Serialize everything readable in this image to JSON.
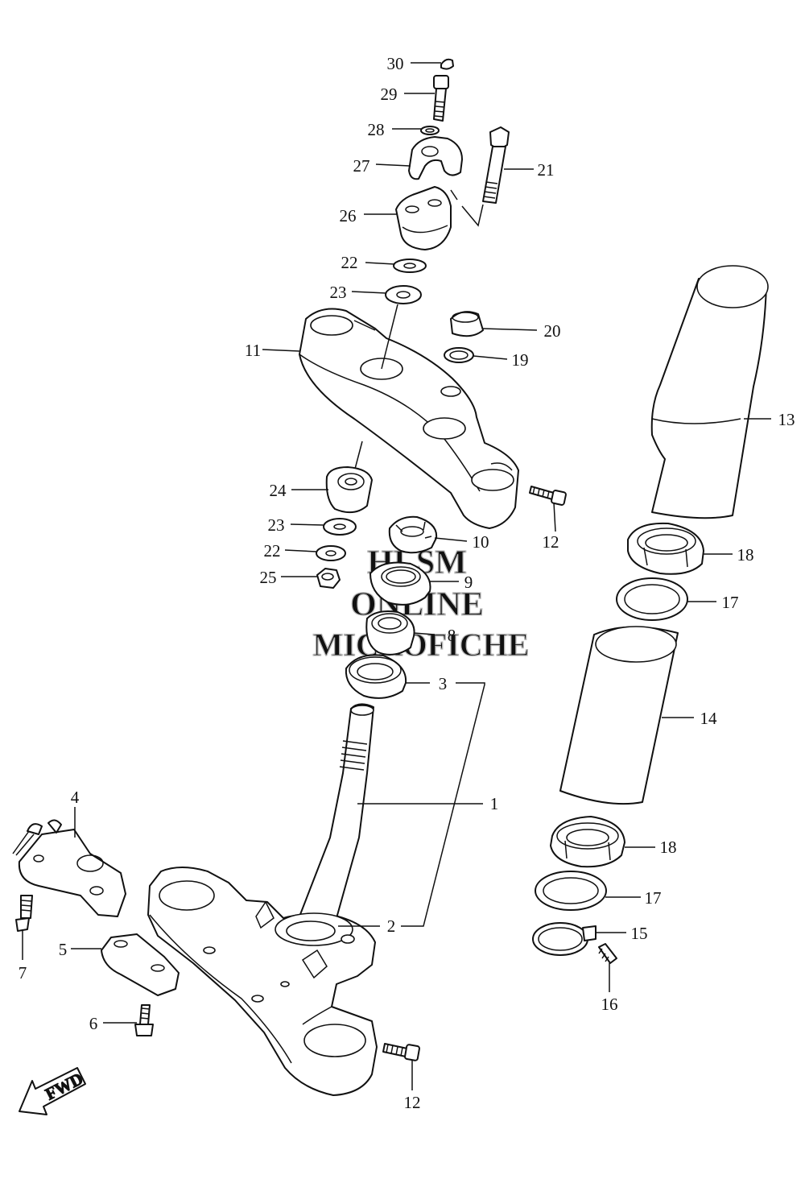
{
  "diagram": {
    "fwd_label": "FWD",
    "watermark": [
      "HLSM",
      "ONLINE",
      "MICROFICHE"
    ],
    "callouts": [
      {
        "id": "30",
        "label": "30"
      },
      {
        "id": "29",
        "label": "29"
      },
      {
        "id": "28",
        "label": "28"
      },
      {
        "id": "27",
        "label": "27"
      },
      {
        "id": "21",
        "label": "21"
      },
      {
        "id": "26",
        "label": "26"
      },
      {
        "id": "22a",
        "label": "22"
      },
      {
        "id": "23a",
        "label": "23"
      },
      {
        "id": "20",
        "label": "20"
      },
      {
        "id": "19",
        "label": "19"
      },
      {
        "id": "11",
        "label": "11"
      },
      {
        "id": "13",
        "label": "13"
      },
      {
        "id": "24",
        "label": "24"
      },
      {
        "id": "12a",
        "label": "12"
      },
      {
        "id": "23b",
        "label": "23"
      },
      {
        "id": "10",
        "label": "10"
      },
      {
        "id": "18a",
        "label": "18"
      },
      {
        "id": "22b",
        "label": "22"
      },
      {
        "id": "25",
        "label": "25"
      },
      {
        "id": "9",
        "label": "9"
      },
      {
        "id": "17a",
        "label": "17"
      },
      {
        "id": "8",
        "label": "8"
      },
      {
        "id": "3",
        "label": "3"
      },
      {
        "id": "14",
        "label": "14"
      },
      {
        "id": "4",
        "label": "4"
      },
      {
        "id": "1",
        "label": "1"
      },
      {
        "id": "18b",
        "label": "18"
      },
      {
        "id": "17b",
        "label": "17"
      },
      {
        "id": "2",
        "label": "2"
      },
      {
        "id": "15",
        "label": "15"
      },
      {
        "id": "7",
        "label": "7"
      },
      {
        "id": "5",
        "label": "5"
      },
      {
        "id": "16",
        "label": "16"
      },
      {
        "id": "6",
        "label": "6"
      },
      {
        "id": "12b",
        "label": "12"
      }
    ]
  }
}
